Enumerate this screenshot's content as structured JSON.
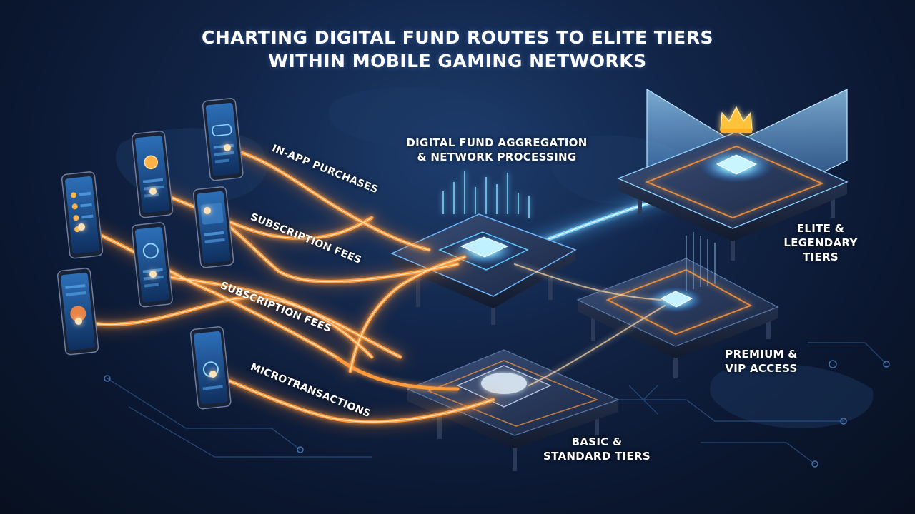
{
  "title": {
    "line1": "CHARTING DIGITAL FUND ROUTES TO ELITE TIERS",
    "line2": "WITHIN MOBILE GAMING NETWORKS"
  },
  "hub": {
    "line1": "DIGITAL FUND AGGREGATION",
    "line2": "& NETWORK PROCESSING"
  },
  "routes": [
    {
      "label": "IN-APP PURCHASES"
    },
    {
      "label": "SUBSCRIPTION FEES"
    },
    {
      "label": "SUBSCRIPTION FEES"
    },
    {
      "label": "MICROTRANSACTIONS"
    }
  ],
  "tiers": {
    "elite": {
      "line1": "ELITE &",
      "line2": "LEGENDARY",
      "line3": "TIERS"
    },
    "premium": {
      "line1": "PREMIUM &",
      "line2": "VIP ACCESS"
    },
    "basic": {
      "line1": "BASIC &",
      "line2": "STANDARD TIERS"
    }
  },
  "colors": {
    "flow_orange": "#ff9a3c",
    "flow_core": "#ffe2b8",
    "flow_blue": "#4fb3ff",
    "glow_cyan": "#7fe0ff",
    "crown_gold": "#ffc23a"
  }
}
